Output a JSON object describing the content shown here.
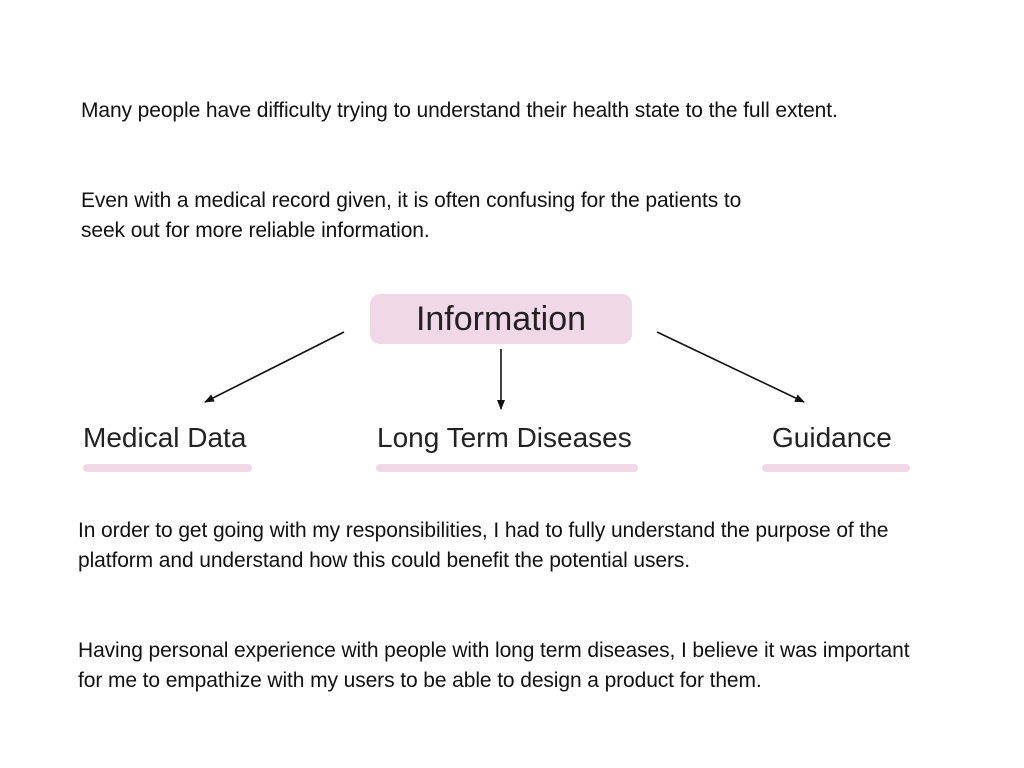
{
  "intro": {
    "paragraph_1": "Many people have difficulty trying to understand their health state to the full extent.",
    "paragraph_2": "Even with a medical record given, it is often confusing for the patients to seek out for more reliable information."
  },
  "diagram": {
    "hub_label": "Information",
    "branches": [
      {
        "label": "Medical Data"
      },
      {
        "label": "Long Term Diseases"
      },
      {
        "label": "Guidance"
      }
    ],
    "accent_color": "#f0d8e6",
    "arrow_color": "#111111"
  },
  "outro": {
    "paragraph_1": "In order to get going with my responsibilities, I had to fully understand the purpose of the platform and understand how this could benefit the potential users.",
    "paragraph_2": "Having personal experience with people with long term diseases, I believe it was important for me to empathize with my users to be able to design a product for them."
  }
}
